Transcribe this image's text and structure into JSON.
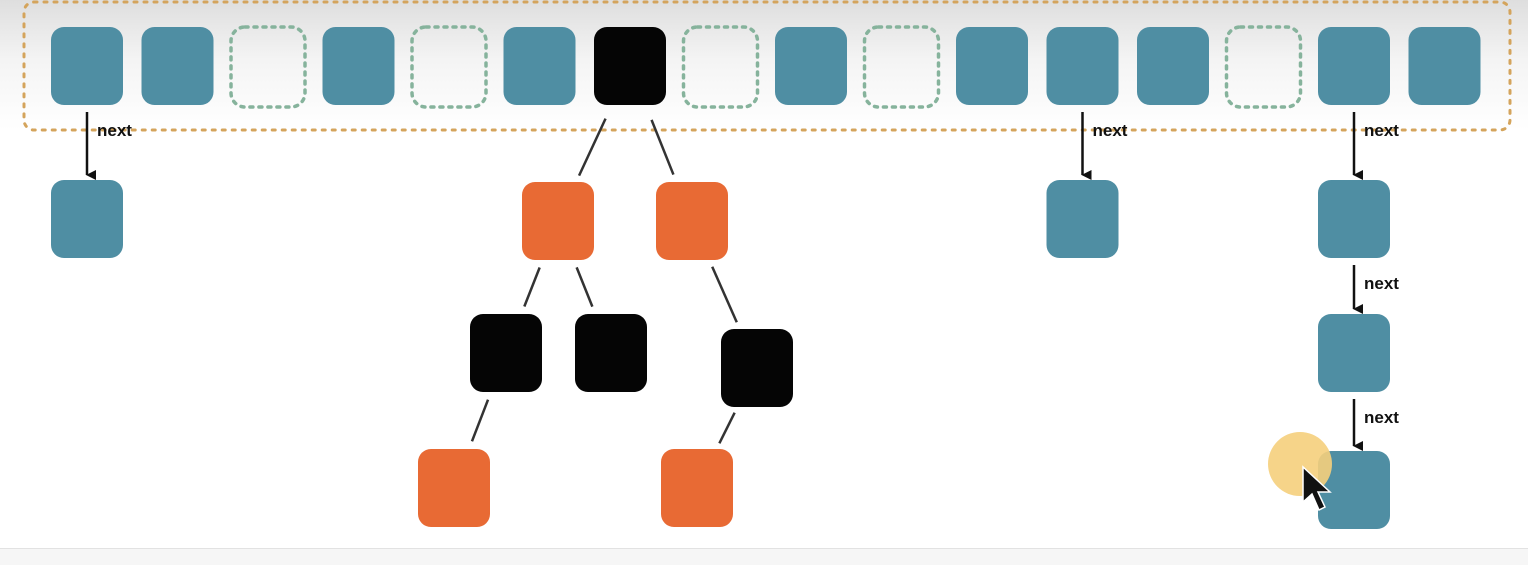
{
  "diagram": {
    "colors": {
      "teal": "#4f8ea3",
      "black": "#050505",
      "orange": "#e86a34",
      "empty_slot_border": "#86b39c",
      "array_border": "#d4a45c",
      "line": "#333333",
      "highlight": "#f5cf7c"
    },
    "array_slots": [
      {
        "state": "teal"
      },
      {
        "state": "teal"
      },
      {
        "state": "empty"
      },
      {
        "state": "teal"
      },
      {
        "state": "empty"
      },
      {
        "state": "teal"
      },
      {
        "state": "black"
      },
      {
        "state": "empty"
      },
      {
        "state": "teal"
      },
      {
        "state": "empty"
      },
      {
        "state": "teal"
      },
      {
        "state": "teal"
      },
      {
        "state": "teal"
      },
      {
        "state": "empty"
      },
      {
        "state": "teal"
      },
      {
        "state": "teal"
      }
    ],
    "next_label": "next",
    "chains": [
      {
        "slot": 0,
        "length": 1
      },
      {
        "slot": 11,
        "length": 1
      },
      {
        "slot": 14,
        "length": 3
      }
    ],
    "tree": {
      "root_slot": 6,
      "nodes": [
        {
          "id": "L1a",
          "color": "orange",
          "parent": "root"
        },
        {
          "id": "L1b",
          "color": "orange",
          "parent": "root"
        },
        {
          "id": "L2a",
          "color": "black",
          "parent": "L1a"
        },
        {
          "id": "L2b",
          "color": "black",
          "parent": "L1a"
        },
        {
          "id": "L2c",
          "color": "black",
          "parent": "L1b"
        },
        {
          "id": "L3a",
          "color": "orange",
          "parent": "L2a"
        },
        {
          "id": "L3b",
          "color": "orange",
          "parent": "L2c"
        }
      ]
    },
    "cursor": {
      "icon": "mouse-pointer-icon",
      "highlight": "cursor-highlight"
    }
  }
}
